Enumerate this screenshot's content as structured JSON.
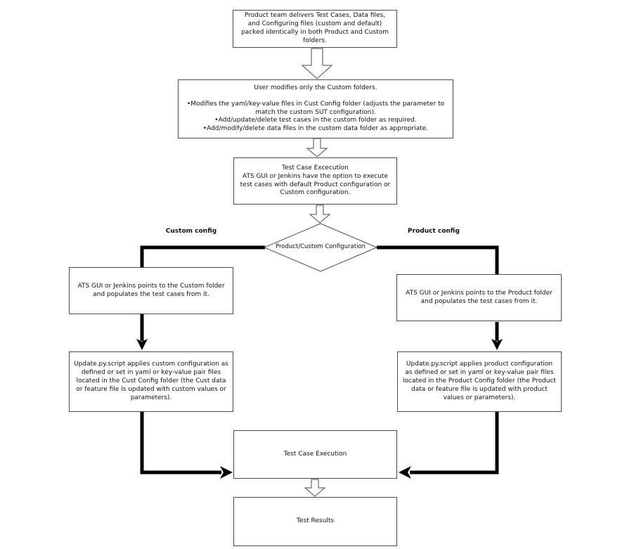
{
  "diagram": {
    "kind": "flowchart",
    "colors": {
      "background": "#ffffff",
      "box_border": "#4a4a4a",
      "connector": "#000000",
      "text": "#111111"
    },
    "boxes": {
      "deliver": {
        "text": "Product team delivers Test Cases, Data files, and Configuring files (custom and default) packed identically in both Product and Custom folders."
      },
      "user_modifies": {
        "title": "User modifies only the Custom folders.",
        "bullets": [
          "Modifies the yaml/key-value files in Cust Config folder (adjusts the parameter to match the custom SUT configuration).",
          "Add/update/delete test cases in the custom folder as required.",
          "Add/modify/delete data files in the custom data folder as appropriate."
        ]
      },
      "tc_excecution_option": {
        "title": "Test Case Excecution",
        "text": "ATS GUI or Jenkins have the option to execute test cases with default Product configuration or Custom configuration."
      },
      "decision": {
        "text": "Product/Custom Configuration"
      },
      "custom_branch_label": "Custom config",
      "product_branch_label": "Product config",
      "custom_points": {
        "text": "ATS GUI or Jenkins points to the Custom folder and populates the test cases from it."
      },
      "product_points": {
        "text": "ATS GUI or Jenkins points to the Product folder and populates the test cases from it."
      },
      "custom_update": {
        "text": "Update.py.script applies custom configuration as defined or set in yaml or key-value pair files located in the Cust Config folder (the Cust data or feature file is updated with custom values or parameters)."
      },
      "product_update": {
        "text": "Update.py.script applies product configuration as defined or set in yaml or key-value pair files located in the Product Config folder (the Product data or feature file is updated with product values or parameters)."
      },
      "tc_execution": {
        "text": "Test Case Execution"
      },
      "test_results": {
        "text": "Test Results"
      }
    }
  }
}
